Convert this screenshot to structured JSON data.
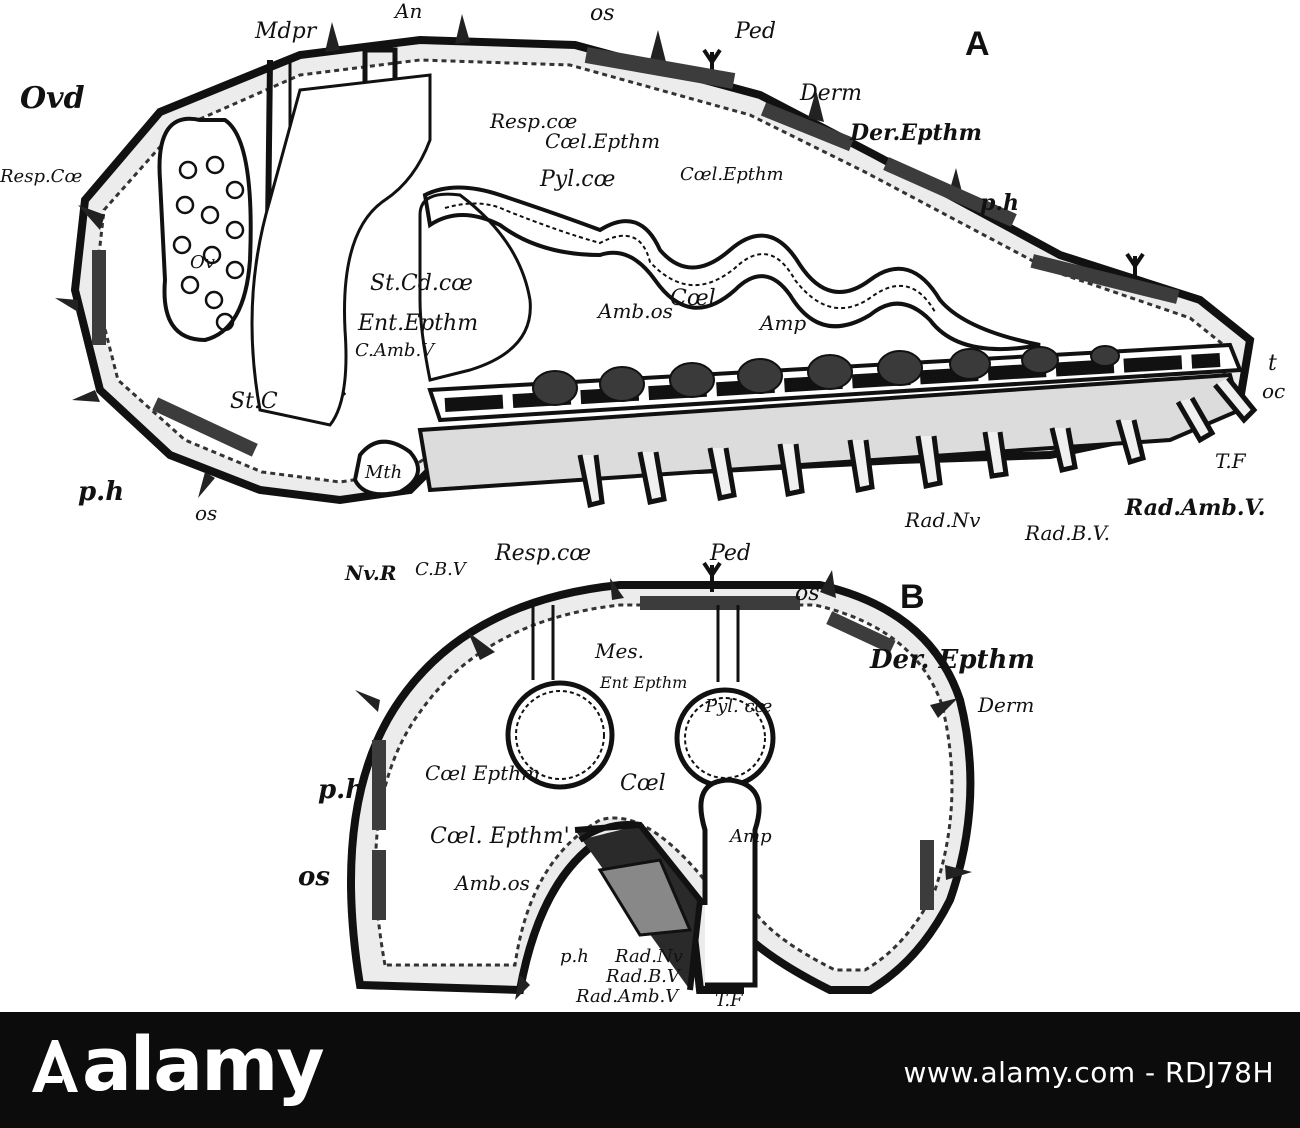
{
  "figure": {
    "panel_labels": {
      "a": "A",
      "b": "B"
    },
    "labels_a": {
      "an": "An",
      "mdpr": "Mdpr",
      "os_top": "os",
      "ped_top": "Ped",
      "derm": "Derm",
      "der_epthm": "Der.Epthm",
      "ovd": "Ovd",
      "resp_coe_left": "Resp.Cœ",
      "resp_coe": "Resp.cœ",
      "coel_epthm": "Cœl.Epthm",
      "pyl_coe": "Pyl.cœ",
      "coel_epthm_2": "Cœl.Epthm",
      "ph_right": "p.h",
      "ov": "Ov",
      "st_cd_coe": "St.Cd.cœ",
      "amb_os": "Amb.os",
      "coel": "Cœl",
      "amp": "Amp",
      "ent_epthm": "Ent.Epthm",
      "c_amb_v": "C.Amb.V",
      "st_c": "St.C",
      "t": "t",
      "oc": "oc",
      "mth": "Mth",
      "ph_left": "p.h",
      "os_left": "os",
      "tf": "T.F",
      "rad_amb_v": "Rad.Amb.V.",
      "rad_nv": "Rad.Nv",
      "rad_bv": "Rad.B.V.",
      "nv_r": "Nv.R",
      "cbv": "C.B.V"
    },
    "labels_b": {
      "resp_coe": "Resp.cœ",
      "ped": "Ped",
      "os_top": "os",
      "mes": "Mes.",
      "ent_epthm": "Ent Epthm",
      "pyl_coe": "Pyl. cœ",
      "der_epthm": "Der. Epthm",
      "derm": "Derm",
      "ph_left": "p.h",
      "coel_epthm": "Cœl Epthm",
      "coel": "Cœl",
      "coel_epthm_prime": "Cœl. Epthm'",
      "amp": "Amp",
      "os_left": "os",
      "amb_os": "Amb.os",
      "ph_bottom": "p.h",
      "rad_nv": "Rad.Nv",
      "rad_bv": "Rad.B.V",
      "rad_amb_v": "Rad.Amb.V",
      "tf": "T.F"
    }
  },
  "stock_bar": {
    "brand": "alamy",
    "icon": "alamy-a-icon",
    "image_id": "www.alamy.com - RDJ78H"
  }
}
